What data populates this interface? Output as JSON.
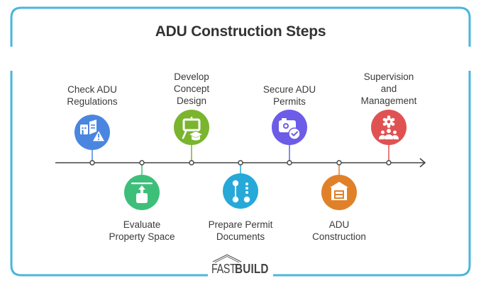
{
  "title": "ADU Construction Steps",
  "colors": {
    "frame": "#4ab6dd",
    "timeline": "#444444",
    "step1": "#4a86e0",
    "step2": "#3dbf7a",
    "step3": "#7ab52e",
    "step4": "#26a9d9",
    "step5": "#6c5ce7",
    "step6": "#e0812a",
    "step7": "#e05252"
  },
  "steps": [
    {
      "label_line1": "Check ADU",
      "label_line2": "Regulations",
      "label_line3": "",
      "icon": "building-warning-icon",
      "position": "top"
    },
    {
      "label_line1": "Evaluate",
      "label_line2": "Property Space",
      "label_line3": "",
      "icon": "space-measure-icon",
      "position": "bottom"
    },
    {
      "label_line1": "Develop",
      "label_line2": "Concept",
      "label_line3": "Design",
      "icon": "design-board-graduation-icon",
      "position": "top"
    },
    {
      "label_line1": "Prepare Permit",
      "label_line2": "Documents",
      "label_line3": "",
      "icon": "process-flow-icon",
      "position": "bottom"
    },
    {
      "label_line1": "Secure ADU",
      "label_line2": "Permits",
      "label_line3": "",
      "icon": "camera-check-icon",
      "position": "top"
    },
    {
      "label_line1": "ADU",
      "label_line2": "Construction",
      "label_line3": "",
      "icon": "garage-house-icon",
      "position": "bottom"
    },
    {
      "label_line1": "Supervision",
      "label_line2": "and",
      "label_line3": "Management",
      "icon": "team-gear-icon",
      "position": "top"
    }
  ],
  "logo": {
    "part1": "FAST",
    "part2": "BUILD"
  }
}
